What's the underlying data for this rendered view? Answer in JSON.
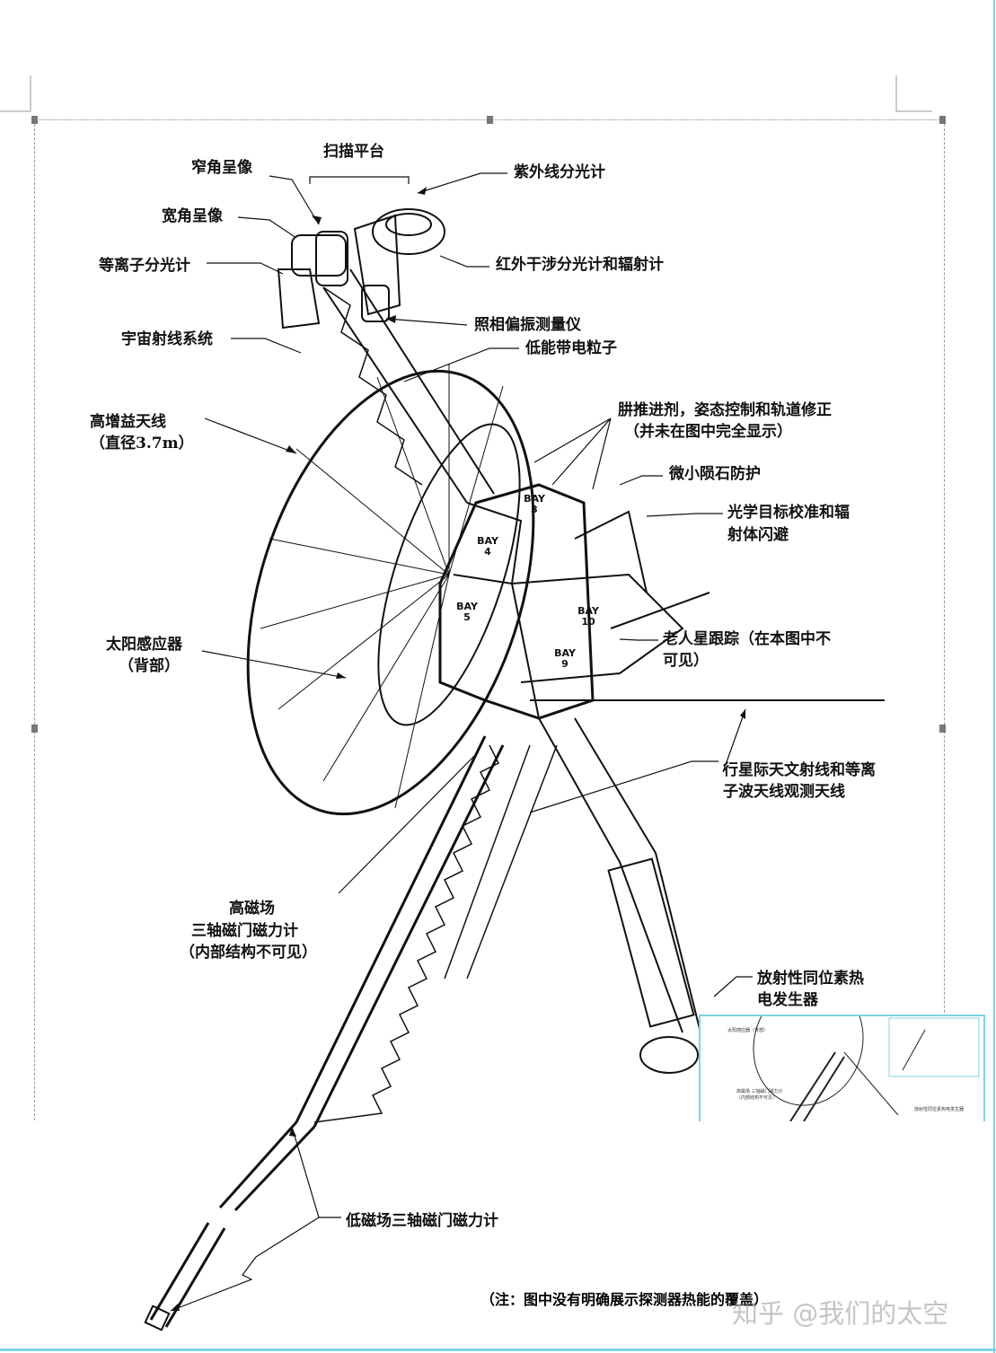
{
  "labels": {
    "scan_platform": "扫描平台",
    "narrow_angle": "窄角呈像",
    "uv_spectrometer": "紫外线分光计",
    "wide_angle": "宽角呈像",
    "ir_spectrometer": "红外干涉分光计和辐射计",
    "plasma_spectrometer": "等离子分光计",
    "photopolarimeter": "照相偏振测量仪",
    "cosmic_ray": "宇宙射线系统",
    "low_energy": "低能带电粒子",
    "hga_1": "高增益天线",
    "hga_2": "（直径3.7m）",
    "hydrazine_1": "肼推进剂，姿态控制和轨道修正",
    "hydrazine_2": "（并未在图中完全显示）",
    "micrometeoroid": "微小陨石防护",
    "optical_1": "光学目标校准和辐",
    "optical_2": "射体闪避",
    "sun_sensor_1": "太阳感应器",
    "sun_sensor_2": "（背部）",
    "canopus_1": "老人星跟踪（在本图中不",
    "canopus_2": "可见）",
    "pra_1": "行星际天文射线和等离",
    "pra_2": "子波天线观测天线",
    "hfm_1": "高磁场",
    "hfm_2": "三轴磁门磁力计",
    "hfm_3": "（内部结构不可见）",
    "rtg_1": "放射性同位素热",
    "rtg_2": "电发生器",
    "lfm": "低磁场三轴磁门磁力计"
  },
  "bays": {
    "b3": "BAY 3",
    "b4": "BAY 4",
    "b5": "BAY 5",
    "b10": "BAY 10",
    "b9": "BAY 9"
  },
  "inset": {
    "sun": "太阳感应器（背部）",
    "hfm": "高磁场 三轴磁门磁力计 （内部结构不可见）",
    "rtg": "放射性同位素热电发生器"
  },
  "note": "（注：图中没有明确展示探测器热能的覆盖）",
  "watermark": "知乎 @我们的太空"
}
